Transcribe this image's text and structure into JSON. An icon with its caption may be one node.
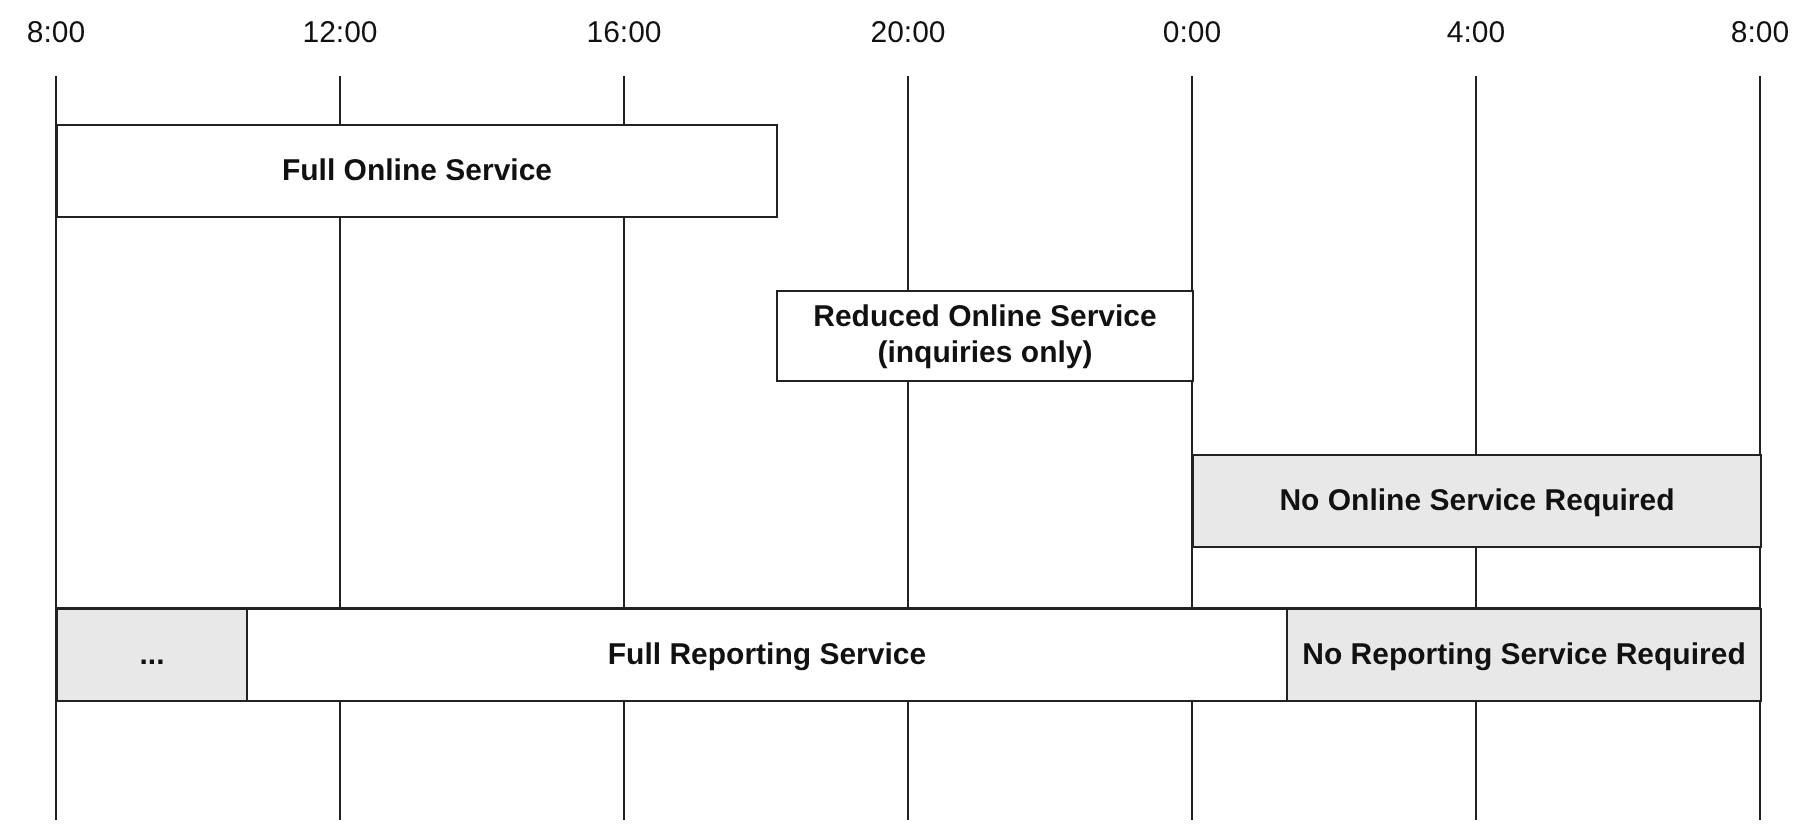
{
  "diagram": {
    "nodes": [
      {
        "text": [
          "Full Online Service"
        ]
      },
      {
        "text": [
          "Reduced Online Service (inquiries only)"
        ]
      },
      {
        "text": [
          "No Online Service Required"
        ]
      },
      {
        "text": [
          "..."
        ]
      },
      {
        "text": [
          "Full Reporting Service"
        ]
      },
      {
        "text": [
          "No Reporting Service Required"
        ]
      }
    ],
    "labels": [
      "8:00",
      "12:00",
      "16:00",
      "20:00",
      "0:00",
      "4:00",
      "8:00"
    ]
  }
}
